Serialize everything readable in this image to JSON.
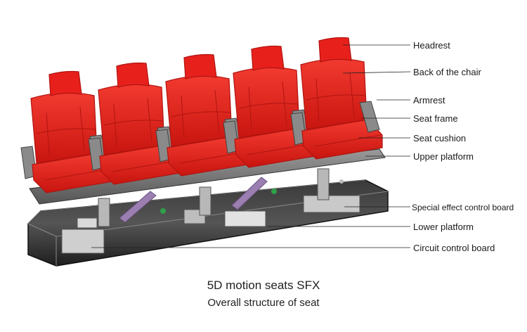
{
  "labels": {
    "headrest": "Headrest",
    "back_of_chair": "Back of the chair",
    "armrest": "Armrest",
    "seat_frame": "Seat frame",
    "seat_cushion": "Seat cushion",
    "upper_platform": "Upper platform",
    "special_effect_board": "Special effect control board",
    "lower_platform": "Lower platform",
    "circuit_board": "Circuit control board"
  },
  "caption": {
    "title": "5D motion seats SFX",
    "subtitle": "Overall structure of seat"
  },
  "colors": {
    "seat_red": "#e8201c",
    "seat_shadow": "#b01410",
    "frame_gray": "#8a8a8a",
    "platform_dark": "#2a2a2a",
    "actuator_purple": "#9a7fb0"
  },
  "seat_count": 5
}
